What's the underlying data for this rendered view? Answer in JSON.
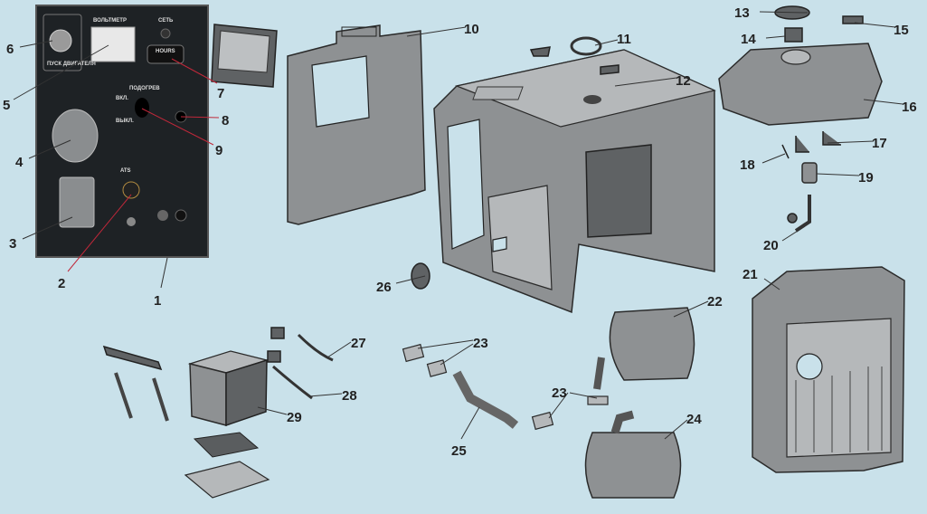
{
  "diagram": {
    "callouts": [
      {
        "label": "1"
      },
      {
        "label": "2"
      },
      {
        "label": "3"
      },
      {
        "label": "4"
      },
      {
        "label": "5"
      },
      {
        "label": "6"
      },
      {
        "label": "7"
      },
      {
        "label": "8"
      },
      {
        "label": "9"
      },
      {
        "label": "10"
      },
      {
        "label": "11"
      },
      {
        "label": "12"
      },
      {
        "label": "13"
      },
      {
        "label": "14"
      },
      {
        "label": "15"
      },
      {
        "label": "16"
      },
      {
        "label": "17"
      },
      {
        "label": "18"
      },
      {
        "label": "19"
      },
      {
        "label": "20"
      },
      {
        "label": "21"
      },
      {
        "label": "22"
      },
      {
        "label": "23"
      },
      {
        "label": "23"
      },
      {
        "label": "24"
      },
      {
        "label": "25"
      },
      {
        "label": "26"
      },
      {
        "label": "27"
      },
      {
        "label": "28"
      },
      {
        "label": "29"
      }
    ],
    "panel": {
      "voltmeter": "ВОЛЬТМЕТР",
      "network": "СЕТЬ",
      "heating": "ПОДОГРЕВ",
      "ats": "ATS",
      "on": "ВКЛ.",
      "off": "ВЫКЛ.",
      "engine_start": "ПУСК ДВИГАТЕЛЯ",
      "hours": "HOURS"
    }
  }
}
